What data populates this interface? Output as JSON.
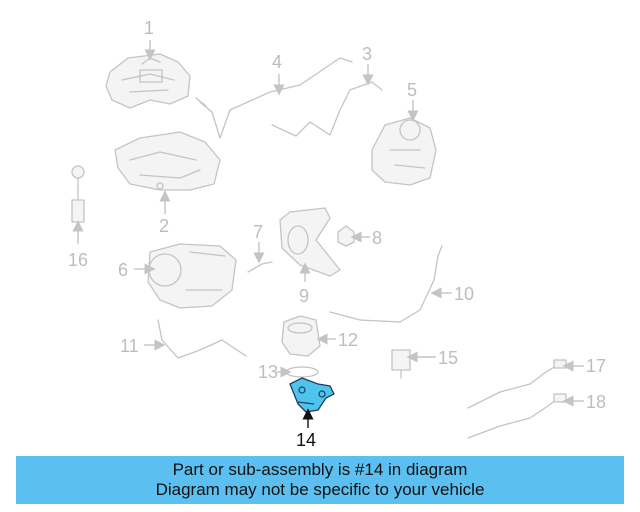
{
  "diagram": {
    "highlight_color": "#4dc3ee",
    "callouts": [
      {
        "id": "1",
        "label": "1"
      },
      {
        "id": "2",
        "label": "2"
      },
      {
        "id": "3",
        "label": "3"
      },
      {
        "id": "4",
        "label": "4"
      },
      {
        "id": "5",
        "label": "5"
      },
      {
        "id": "6",
        "label": "6"
      },
      {
        "id": "7",
        "label": "7"
      },
      {
        "id": "8",
        "label": "8"
      },
      {
        "id": "9",
        "label": "9"
      },
      {
        "id": "10",
        "label": "10"
      },
      {
        "id": "11",
        "label": "11"
      },
      {
        "id": "12",
        "label": "12"
      },
      {
        "id": "13",
        "label": "13"
      },
      {
        "id": "14",
        "label": "14"
      },
      {
        "id": "15",
        "label": "15"
      },
      {
        "id": "16",
        "label": "16"
      },
      {
        "id": "17",
        "label": "17"
      },
      {
        "id": "18",
        "label": "18"
      }
    ],
    "highlighted_part": "14"
  },
  "banner": {
    "line1": "Part or sub-assembly is #14 in diagram",
    "line2": "Diagram may not be specific to your vehicle",
    "background": "#5bc0f0"
  }
}
